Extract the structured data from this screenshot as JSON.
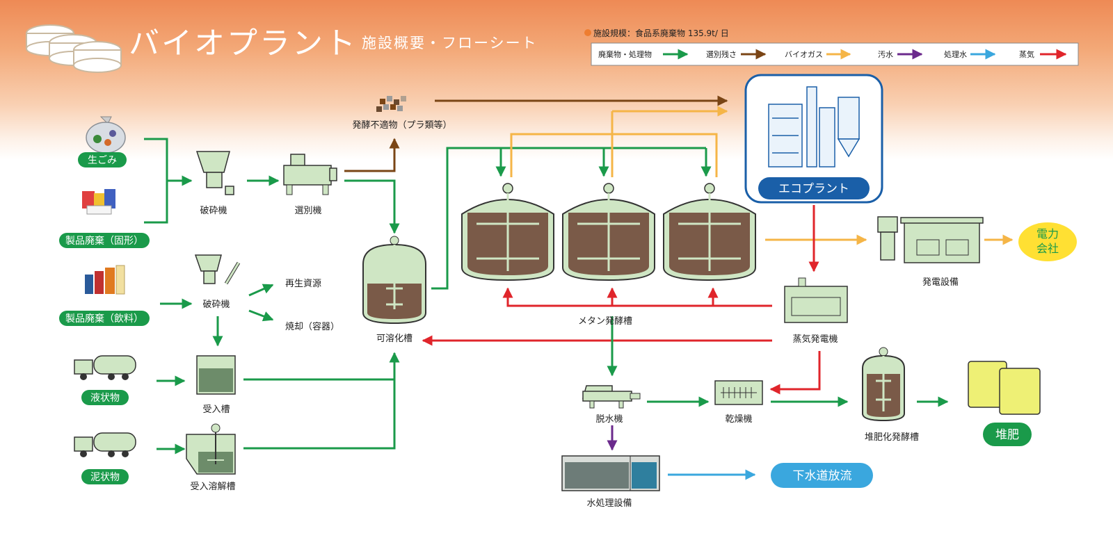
{
  "title": {
    "main": "バイオプラント",
    "sub": "施設概要・フローシート"
  },
  "scale": "施設規模：食品系廃棄物 135.9t/ 日",
  "legend": [
    {
      "label": "廃棄物・処理物",
      "color": "#1a9a4a"
    },
    {
      "label": "選別残さ",
      "color": "#7a4515"
    },
    {
      "label": "バイオガス",
      "color": "#f5b547"
    },
    {
      "label": "汚水",
      "color": "#6b2a8c"
    },
    {
      "label": "処理水",
      "color": "#3aa7de"
    },
    {
      "label": "蒸気",
      "color": "#e0252b"
    }
  ],
  "inputs": {
    "raw_garbage": "生ごみ",
    "product_solid": "製品廃棄（固形）",
    "product_drink": "製品廃棄（飲料）",
    "liquid": "液状物",
    "sludge": "泥状物"
  },
  "equipment": {
    "crusher1": "破砕機",
    "sorter": "選別機",
    "unfit": "発酵不適物（プラ類等）",
    "crusher2": "破砕機",
    "recycle": "再生資源",
    "incinerate": "焼却（容器）",
    "receiving_tank": "受入槽",
    "dissolving_tank": "受入溶解槽",
    "solubilization_tank": "可溶化槽",
    "methane_tank": "メタン発酵槽",
    "ecoplant": "エコプラント",
    "generator": "発電設備",
    "power_company": [
      "電力",
      "会社"
    ],
    "steam_generator": "蒸気発電機",
    "dehydrator": "脱水機",
    "dryer": "乾燥機",
    "compost_tank": "堆肥化発酵槽",
    "compost": "堆肥",
    "water_treatment": "水処理設備",
    "sewer": "下水道放流"
  },
  "colors": {
    "green": "#1a9a4a",
    "brown": "#7a4515",
    "yellow": "#f5b547",
    "purple": "#6b2a8c",
    "blue": "#3aa7de",
    "red": "#e0252b",
    "ecoplant_blue": "#1a5fa8"
  }
}
